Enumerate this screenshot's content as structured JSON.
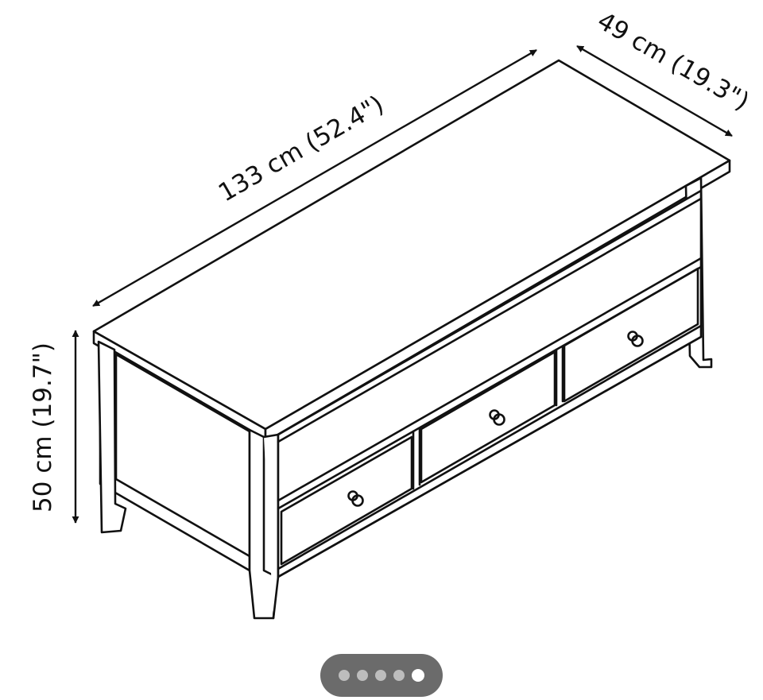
{
  "diagram": {
    "width_label": "133 cm (52.4\")",
    "depth_label": "49 cm (19.3\")",
    "height_label": "50 cm (19.7\")",
    "line_color": "#111111"
  },
  "pager": {
    "count": 5,
    "active": 5,
    "bg_color": "#6b6b6b",
    "dot_color": "#bdbdbd",
    "active_color": "#ffffff"
  }
}
